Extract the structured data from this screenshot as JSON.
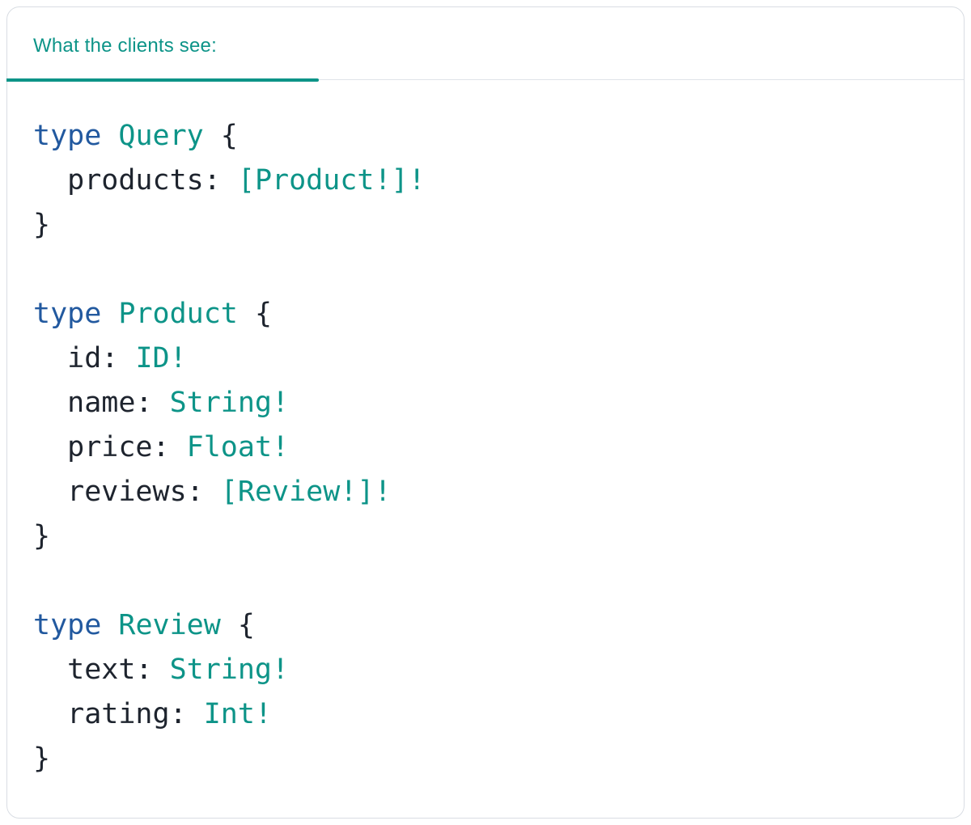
{
  "panel": {
    "tab_label": "What the clients see:"
  },
  "colors": {
    "keyword": "#22599f",
    "type": "#0d9488",
    "plain": "#1e242e",
    "accent": "#0d9488",
    "border": "#d9dde3"
  },
  "code": {
    "language": "graphql",
    "lines": [
      [
        {
          "t": "kw",
          "s": "type"
        },
        {
          "t": "plain",
          "s": " "
        },
        {
          "t": "type",
          "s": "Query"
        },
        {
          "t": "plain",
          "s": " {"
        }
      ],
      [
        {
          "t": "plain",
          "s": "  products: "
        },
        {
          "t": "type",
          "s": "[Product!]!"
        }
      ],
      [
        {
          "t": "plain",
          "s": "}"
        }
      ],
      [],
      [
        {
          "t": "kw",
          "s": "type"
        },
        {
          "t": "plain",
          "s": " "
        },
        {
          "t": "type",
          "s": "Product"
        },
        {
          "t": "plain",
          "s": " {"
        }
      ],
      [
        {
          "t": "plain",
          "s": "  id: "
        },
        {
          "t": "type",
          "s": "ID!"
        }
      ],
      [
        {
          "t": "plain",
          "s": "  name: "
        },
        {
          "t": "type",
          "s": "String!"
        }
      ],
      [
        {
          "t": "plain",
          "s": "  price: "
        },
        {
          "t": "type",
          "s": "Float!"
        }
      ],
      [
        {
          "t": "plain",
          "s": "  reviews: "
        },
        {
          "t": "type",
          "s": "[Review!]!"
        }
      ],
      [
        {
          "t": "plain",
          "s": "}"
        }
      ],
      [],
      [
        {
          "t": "kw",
          "s": "type"
        },
        {
          "t": "plain",
          "s": " "
        },
        {
          "t": "type",
          "s": "Review"
        },
        {
          "t": "plain",
          "s": " {"
        }
      ],
      [
        {
          "t": "plain",
          "s": "  text: "
        },
        {
          "t": "type",
          "s": "String!"
        }
      ],
      [
        {
          "t": "plain",
          "s": "  rating: "
        },
        {
          "t": "type",
          "s": "Int!"
        }
      ],
      [
        {
          "t": "plain",
          "s": "}"
        }
      ]
    ]
  }
}
